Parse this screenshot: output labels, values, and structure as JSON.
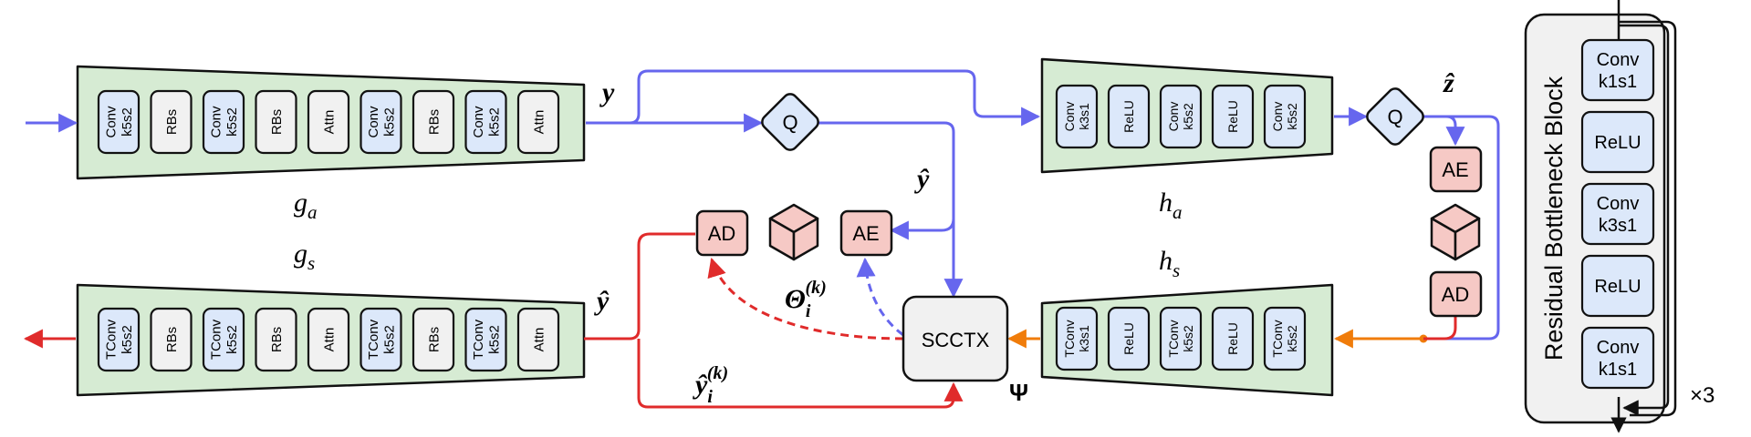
{
  "encoder_ga": {
    "label": "g",
    "sub": "a",
    "layers": [
      {
        "lines": [
          "Conv",
          "k5s2"
        ],
        "kind": "conv",
        "rot": true
      },
      {
        "lines": [
          "RBs"
        ],
        "kind": "plain",
        "rot": true
      },
      {
        "lines": [
          "Conv",
          "k5s2"
        ],
        "kind": "conv",
        "rot": true
      },
      {
        "lines": [
          "RBs"
        ],
        "kind": "plain",
        "rot": true
      },
      {
        "lines": [
          "Attn"
        ],
        "kind": "plain",
        "rot": true
      },
      {
        "lines": [
          "Conv",
          "k5s2"
        ],
        "kind": "conv",
        "rot": true
      },
      {
        "lines": [
          "RBs"
        ],
        "kind": "plain",
        "rot": true
      },
      {
        "lines": [
          "Conv",
          "k5s2"
        ],
        "kind": "conv",
        "rot": true
      },
      {
        "lines": [
          "Attn"
        ],
        "kind": "plain",
        "rot": true
      }
    ]
  },
  "decoder_gs": {
    "label": "g",
    "sub": "s",
    "layers": [
      {
        "lines": [
          "TConv",
          "k5s2"
        ],
        "kind": "conv",
        "rot": true
      },
      {
        "lines": [
          "RBs"
        ],
        "kind": "plain",
        "rot": true
      },
      {
        "lines": [
          "TConv",
          "k5s2"
        ],
        "kind": "conv",
        "rot": true
      },
      {
        "lines": [
          "RBs"
        ],
        "kind": "plain",
        "rot": true
      },
      {
        "lines": [
          "Attn"
        ],
        "kind": "plain",
        "rot": true
      },
      {
        "lines": [
          "TConv",
          "k5s2"
        ],
        "kind": "conv",
        "rot": true
      },
      {
        "lines": [
          "RBs"
        ],
        "kind": "plain",
        "rot": true
      },
      {
        "lines": [
          "TConv",
          "k5s2"
        ],
        "kind": "conv",
        "rot": true
      },
      {
        "lines": [
          "Attn"
        ],
        "kind": "plain",
        "rot": true
      }
    ]
  },
  "hyper_ha": {
    "label": "h",
    "sub": "a",
    "layers": [
      {
        "lines": [
          "Conv",
          "k3s1"
        ],
        "kind": "conv",
        "rot": true
      },
      {
        "lines": [
          "ReLU"
        ],
        "kind": "relu",
        "rot": true
      },
      {
        "lines": [
          "Conv",
          "k5s2"
        ],
        "kind": "conv",
        "rot": true
      },
      {
        "lines": [
          "ReLU"
        ],
        "kind": "relu",
        "rot": true
      },
      {
        "lines": [
          "Conv",
          "k5s2"
        ],
        "kind": "conv",
        "rot": true
      }
    ]
  },
  "hyper_hs": {
    "label": "h",
    "sub": "s",
    "layers": [
      {
        "lines": [
          "TConv",
          "k3s1"
        ],
        "kind": "conv",
        "rot": true
      },
      {
        "lines": [
          "ReLU"
        ],
        "kind": "relu",
        "rot": true
      },
      {
        "lines": [
          "TConv",
          "k5s2"
        ],
        "kind": "conv",
        "rot": true
      },
      {
        "lines": [
          "ReLU"
        ],
        "kind": "relu",
        "rot": true
      },
      {
        "lines": [
          "TConv",
          "k5s2"
        ],
        "kind": "conv",
        "rot": true
      }
    ]
  },
  "quantizer_label": "Q",
  "entropy": {
    "ae": "AE",
    "ad": "AD"
  },
  "context_model": "SCCTX",
  "symbols": {
    "y": "y",
    "y_hat": "ŷ",
    "z_hat": "ẑ",
    "y_hat_i_k_base": "ŷ",
    "y_hat_i_k_sub": "i",
    "y_hat_i_k_sup": "(k)",
    "theta_base": "Θ",
    "theta_sub": "i",
    "theta_sup": "(k)",
    "psi": "Ψ"
  },
  "residual_block": {
    "title": "Residual Bottleneck Block",
    "layers": [
      {
        "lines": [
          "Conv",
          "k1s1"
        ],
        "kind": "conv"
      },
      {
        "lines": [
          "ReLU"
        ],
        "kind": "relu"
      },
      {
        "lines": [
          "Conv",
          "k3s1"
        ],
        "kind": "conv"
      },
      {
        "lines": [
          "ReLU"
        ],
        "kind": "relu"
      },
      {
        "lines": [
          "Conv",
          "k1s1"
        ],
        "kind": "conv"
      }
    ],
    "repeat": "×3"
  },
  "colors": {
    "blue": "#6666ee",
    "red": "#e02b2b",
    "orange": "#f07c0a",
    "green_fill": "#d6ebd3",
    "conv_fill": "#dce8fa",
    "relu_fill": "#dce8fa",
    "plain_fill": "#f1f1f1",
    "ae_fill": "#f6c9c5",
    "q_fill": "#dce8fa"
  }
}
